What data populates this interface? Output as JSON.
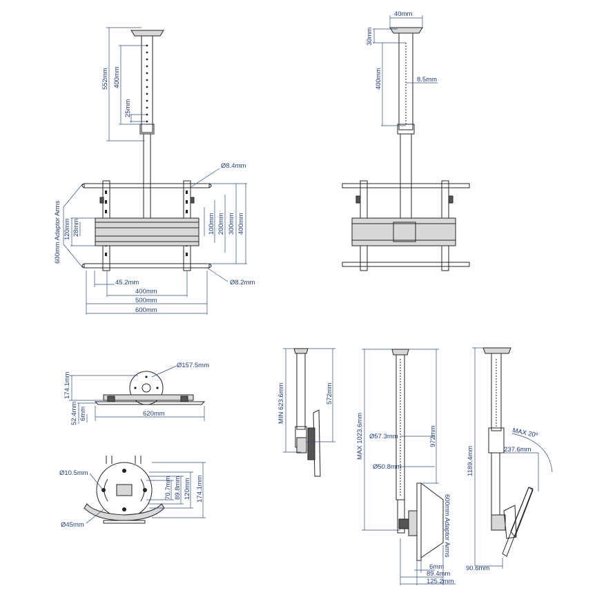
{
  "labels": {
    "a_552": "552mm",
    "a_400": "400mm",
    "a_25": "25mm",
    "a_d84": "Ø8.4mm",
    "a_adaptor": "600mm Adaptor Arms",
    "a_120": "120mm",
    "a_28": "28mm",
    "a_100": "100mm",
    "a_200": "200mm",
    "a_300": "300mm",
    "a_400v": "400mm",
    "a_452": "45.2mm",
    "a_d82": "Ø8.2mm",
    "a_400h": "400mm",
    "a_500h": "500mm",
    "a_600h": "600mm",
    "b_40": "40mm",
    "b_30": "30mm",
    "b_400": "400mm",
    "b_85": "8.5mm",
    "c_d1575": "Ø157.5mm",
    "c_1741": "174.1mm",
    "c_524": "52.4mm",
    "c_6": "6mm",
    "c_620": "620mm",
    "d_d105": "Ø10.5mm",
    "d_707": "70.7mm",
    "d_898": "89.8mm",
    "d_120": "120mm",
    "d_1741": "174.1mm",
    "d_d45": "Ø45mm",
    "e_min": "MIN 623.6mm",
    "e_572": "572mm",
    "f_max": "MAX 1023.6mm",
    "f_d573": "Ø57.3mm",
    "f_d508": "Ø50.8mm",
    "f_972": "972mm",
    "f_adaptor": "600mm Adaptor Arms",
    "f_6": "6mm",
    "f_894": "89.4mm",
    "f_1252": "125.2mm",
    "g_11894": "1189.4mm",
    "g_max20": "MAX 20º",
    "g_2376": "237.6mm",
    "g_906": "90.6mm"
  }
}
